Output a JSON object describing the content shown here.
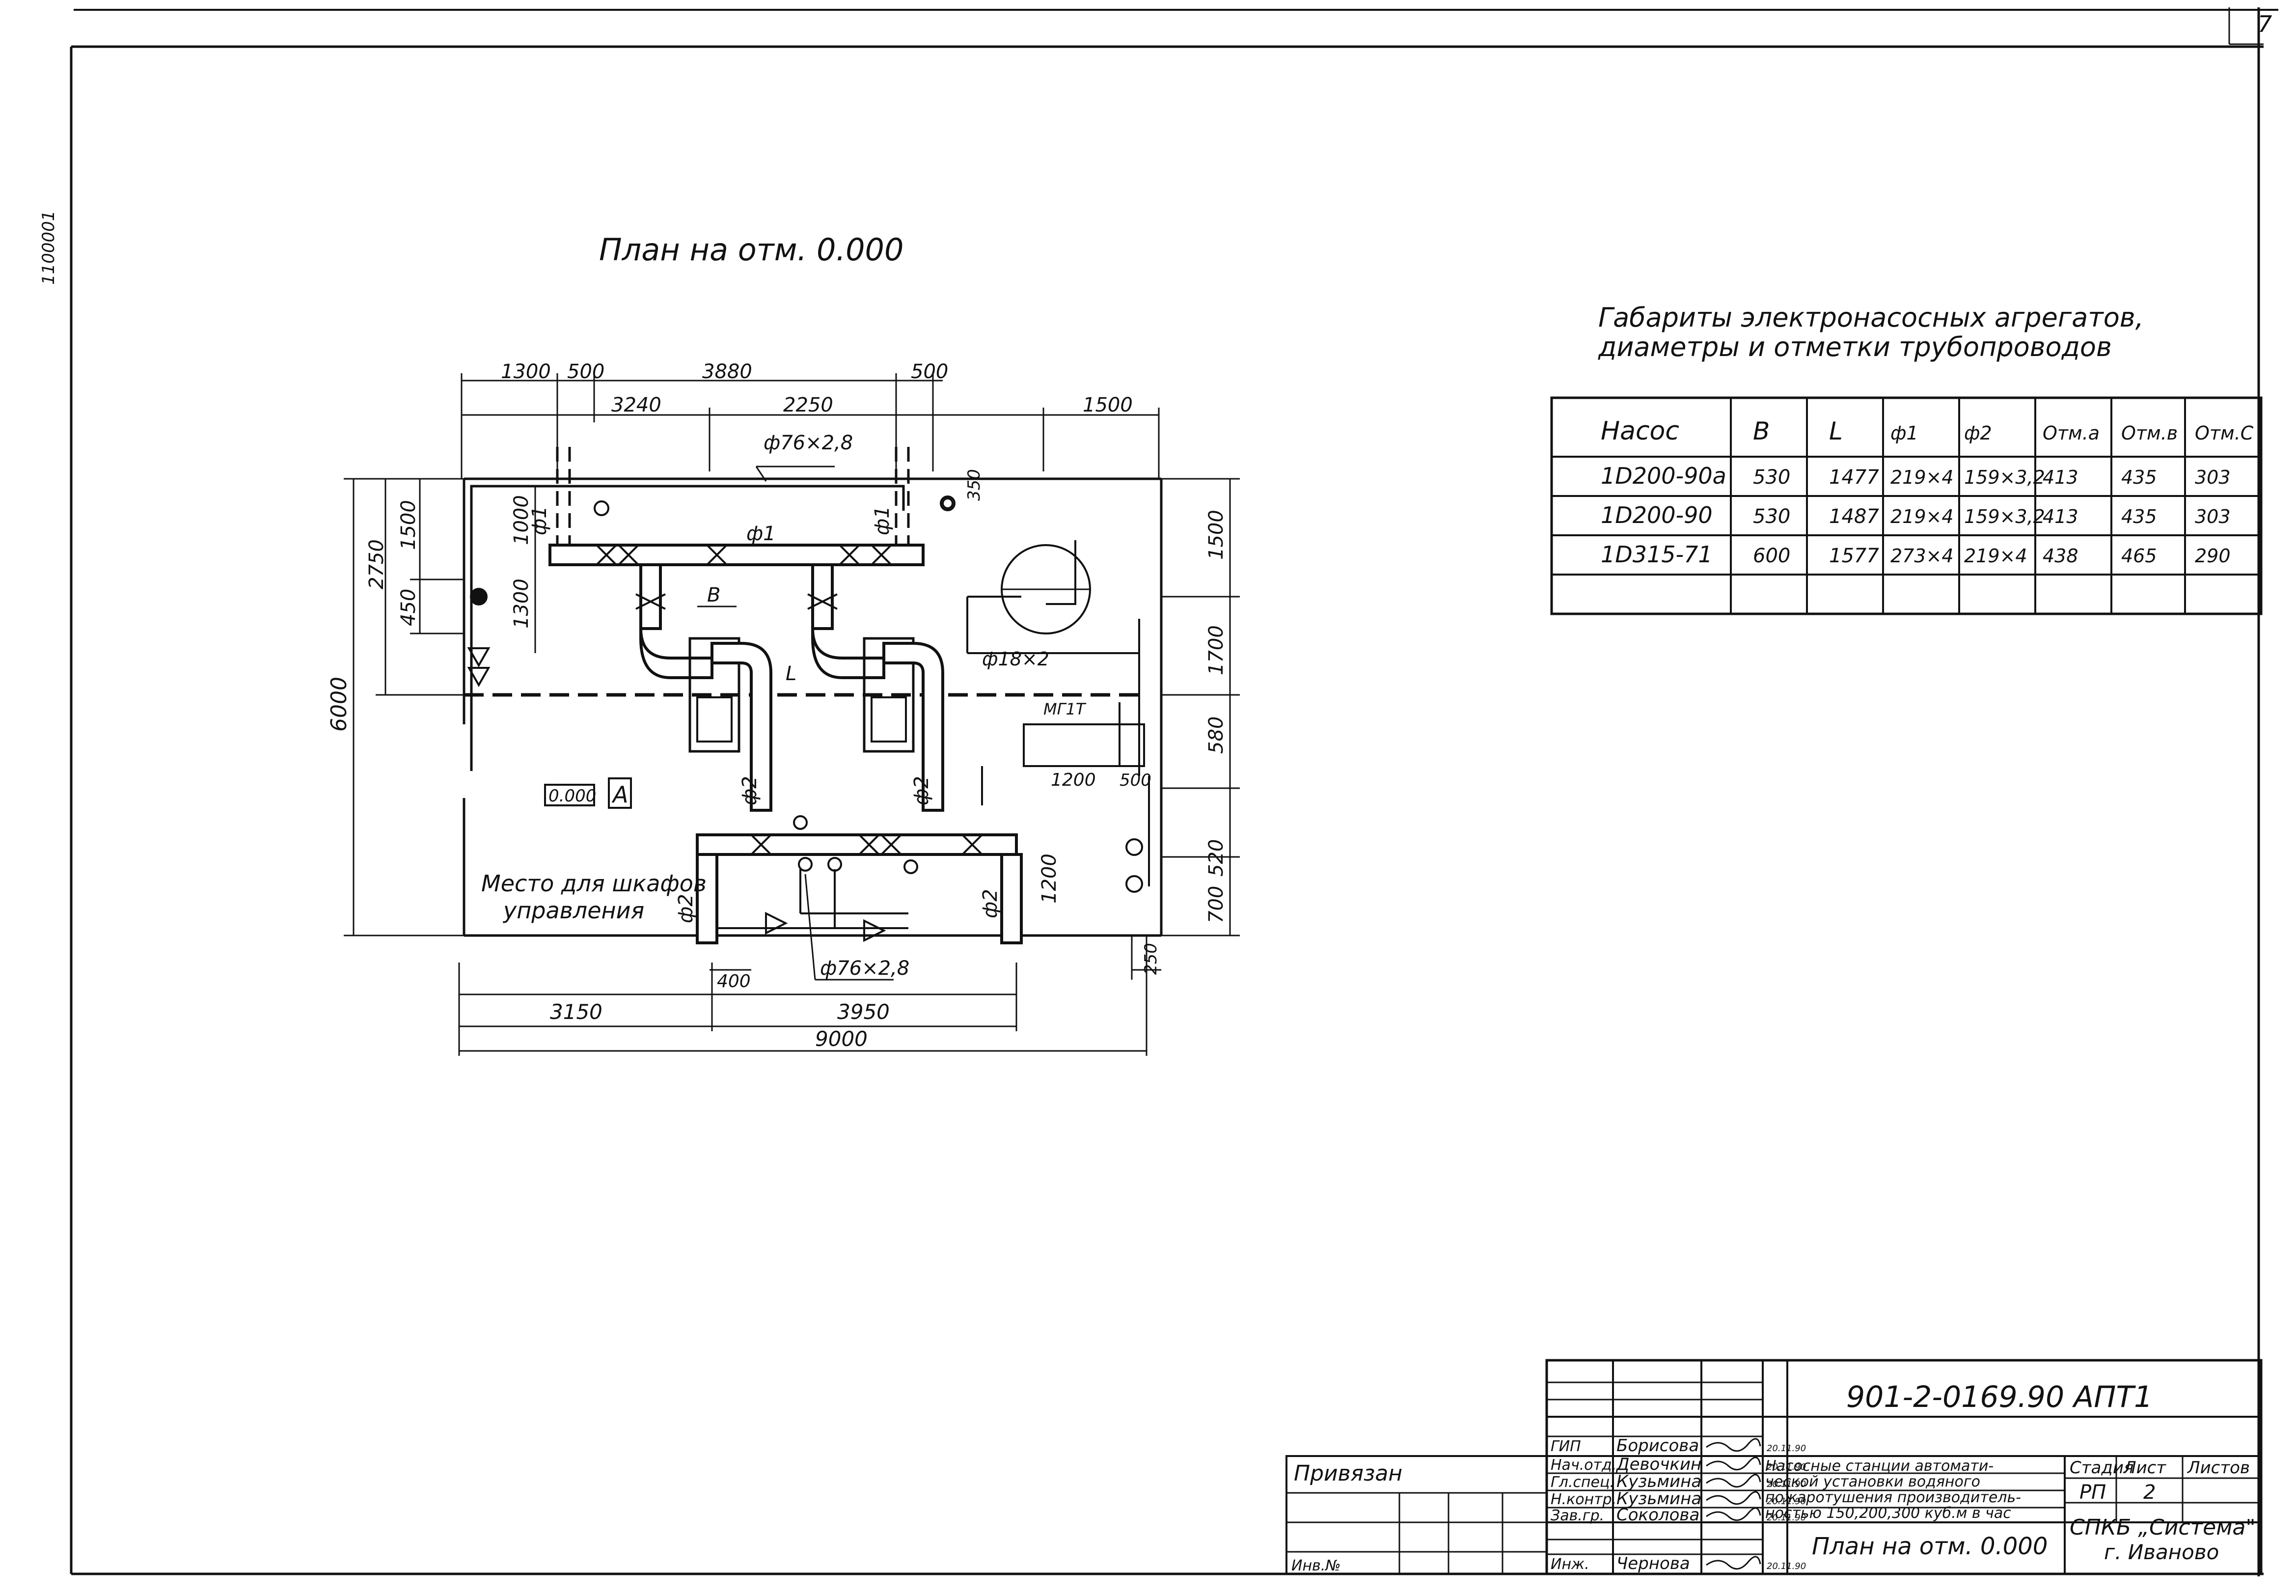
{
  "sheet": {
    "corner_number": "7",
    "side_mark": "1100001",
    "plan_title": "План на отм. 0.000",
    "elevation_label": "0.000",
    "section_marker": "А",
    "cabinet_note_line1": "Место для шкафов",
    "cabinet_note_line2": "управления"
  },
  "dimensions": {
    "top_row1": [
      "1300",
      "500",
      "3880",
      "500"
    ],
    "top_row2": [
      "3240",
      "2250"
    ],
    "top_right": "1500",
    "bottom_row1": [
      "400",
      "250"
    ],
    "bottom_row2": [
      "3150",
      "3950"
    ],
    "bottom_total": "9000",
    "left": [
      "2750",
      "1500",
      "450",
      "6000"
    ],
    "inner_left": [
      "1000",
      "1300"
    ],
    "right": [
      "1500",
      "1700",
      "580",
      "520",
      "700"
    ],
    "inner": [
      "1200",
      "500",
      "350",
      "1200"
    ]
  },
  "pipes": {
    "d76_top": "ф76×2,8",
    "d76_bottom": "ф76×2,8",
    "d18": "ф18×2",
    "phi1": "ф1",
    "phi2": "ф2",
    "b": "B",
    "l": "L",
    "mfit": "МГ1Т"
  },
  "table": {
    "title_line1": "Габариты электронасосных агрегатов,",
    "title_line2": "диаметры и отметки трубопроводов",
    "headers": [
      "Насос",
      "B",
      "L",
      "ф1",
      "ф2",
      "Отм.а",
      "Отм.в",
      "Отм.С"
    ],
    "rows": [
      [
        "1D200-90а",
        "530",
        "1477",
        "219×4",
        "159×3,2",
        "413",
        "435",
        "303"
      ],
      [
        "1D200-90",
        "530",
        "1487",
        "219×4",
        "159×3,2",
        "413",
        "435",
        "303"
      ],
      [
        "1D315-71",
        "600",
        "1577",
        "273×4",
        "219×4",
        "438",
        "465",
        "290"
      ]
    ]
  },
  "title_block": {
    "code": "901-2-0169.90 АПТ1",
    "roles": [
      "ГИП",
      "Нач.отд.",
      "Гл.спец.",
      "Н.контр.",
      "Зав.гр.",
      "Инж."
    ],
    "names": [
      "Борисова",
      "Девочкин",
      "Кузьмина",
      "Кузьмина",
      "Соколова",
      "Чернова"
    ],
    "dates": [
      "20.11.90",
      "20.11.90",
      "20.11.90",
      "20.11.90",
      "20.11.90",
      "20.11.90"
    ],
    "project_line1": "Насосные станции автомати-",
    "project_line2": "ческой установки водяного",
    "project_line3": "пожаротушения производитель-",
    "project_line4": "ностью 150,200,300 куб.м в час",
    "sheet_title": "План на отм. 0.000",
    "stage_header": "Стадия",
    "sheet_header": "Лист",
    "sheets_header": "Листов",
    "stage_value": "РП",
    "sheet_value": "2",
    "org_line1": "СПКБ „Система\"",
    "org_line2": "г. Иваново",
    "linked": "Привязан",
    "inv": "Инв.№"
  }
}
